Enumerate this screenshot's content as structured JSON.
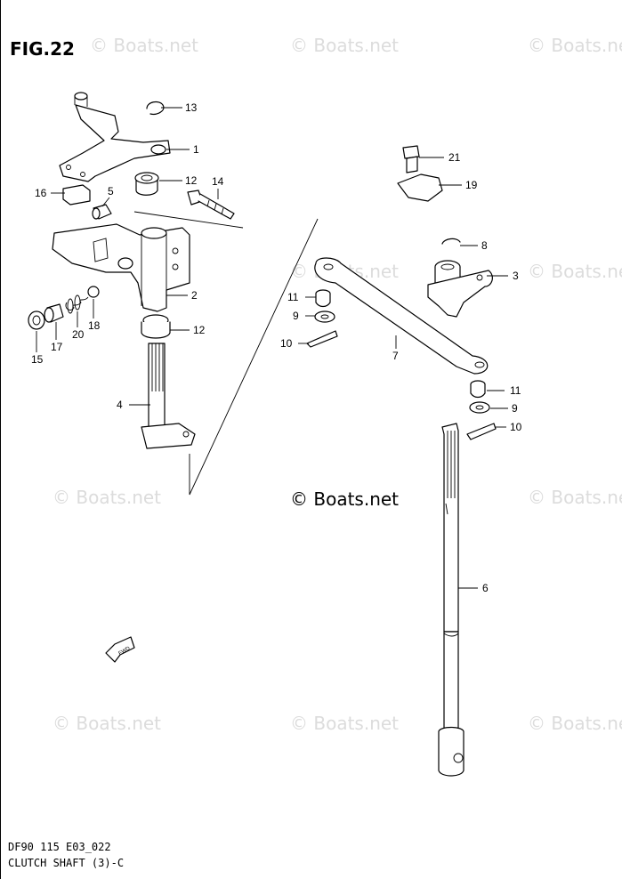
{
  "figure": {
    "label": "FIG.22"
  },
  "footer": {
    "model_code": "DF90 115 E03_022",
    "section_title": "CLUTCH SHAFT (3)-C"
  },
  "watermark": {
    "text": "© Boats.net",
    "main_text": "© Boats.net"
  },
  "fwd_arrow": {
    "label": "FWD"
  },
  "callouts": {
    "c13": "13",
    "c1": "1",
    "c12a": "12",
    "c14": "14",
    "c16": "16",
    "c5": "5",
    "c2": "2",
    "c12b": "12",
    "c15": "15",
    "c17": "17",
    "c20": "20",
    "c18": "18",
    "c4": "4",
    "c21": "21",
    "c19": "19",
    "c8": "8",
    "c3": "3",
    "c11a": "11",
    "c9a": "9",
    "c10a": "10",
    "c7": "7",
    "c11b": "11",
    "c9b": "9",
    "c10b": "10",
    "c6": "6"
  }
}
